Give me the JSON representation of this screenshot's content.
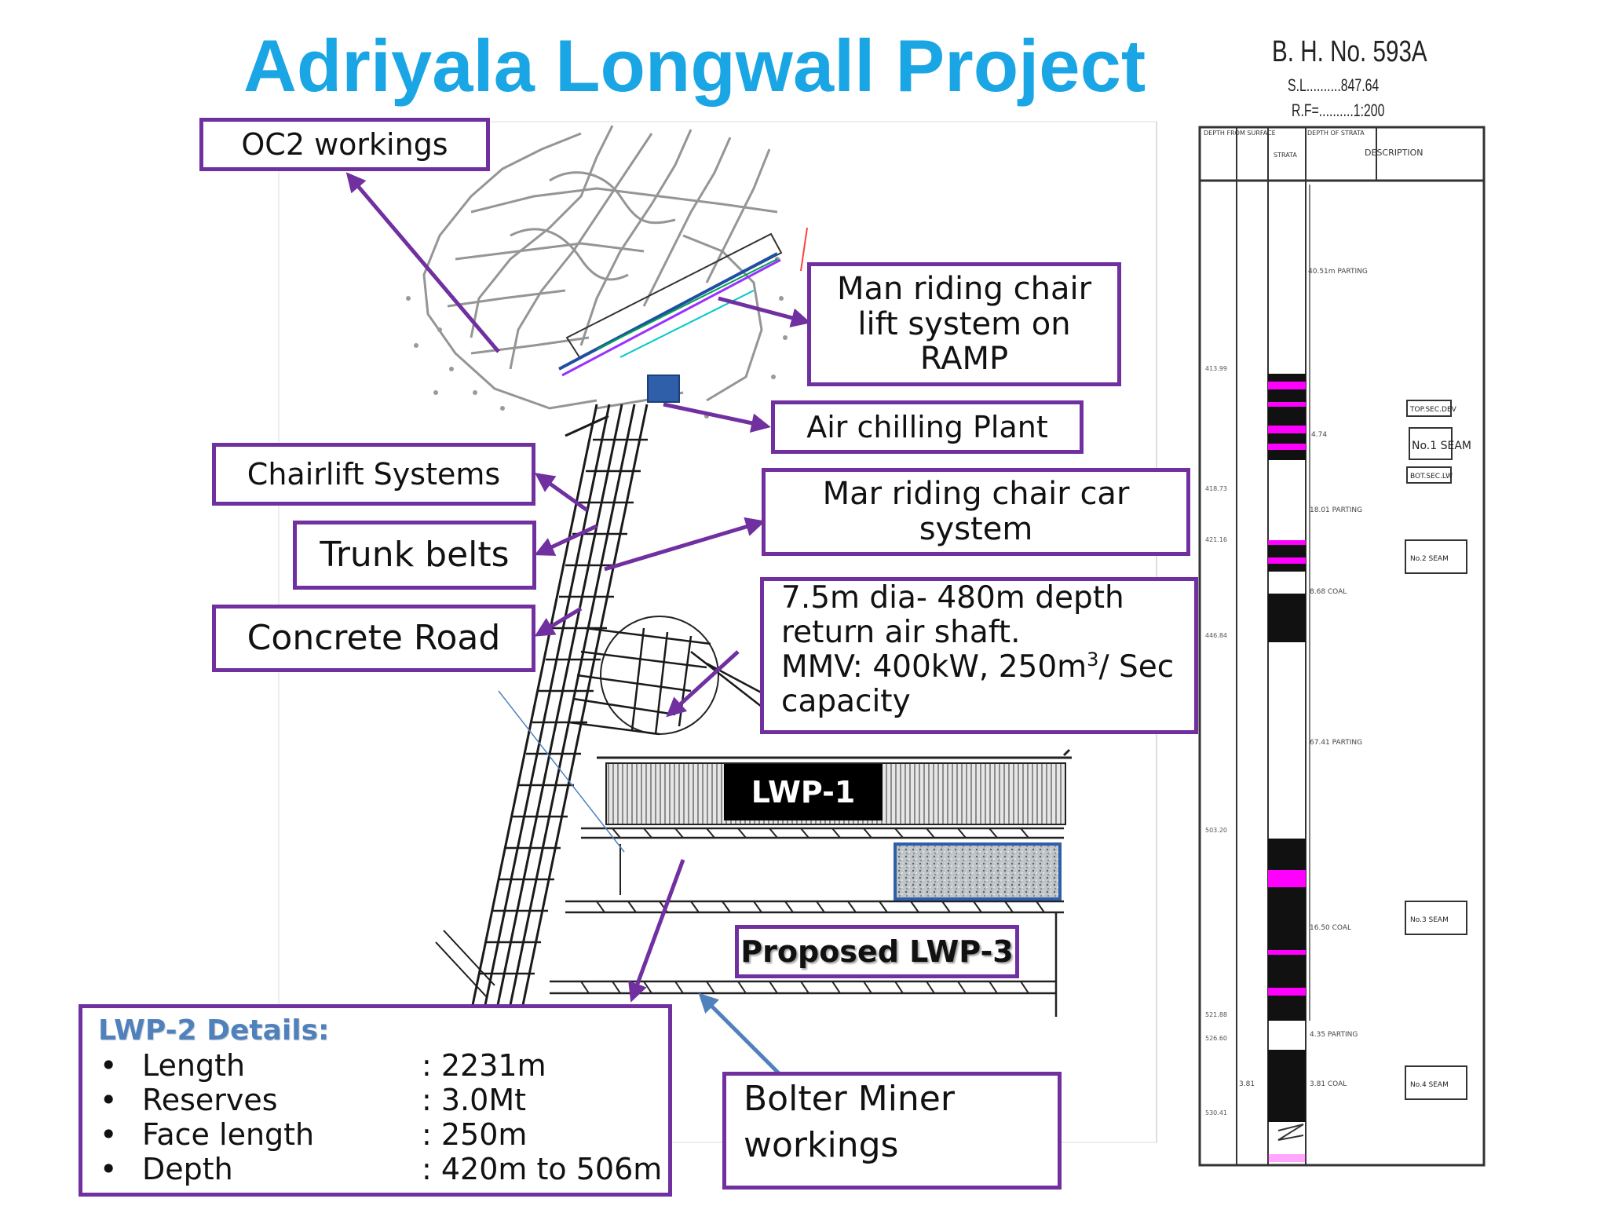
{
  "title": "Adriyala Longwall Project",
  "callouts": {
    "oc2": "OC2 workings",
    "chairlift_ramp": [
      "Man riding chair",
      "lift system on",
      "RAMP"
    ],
    "air_chilling": "Air chilling Plant",
    "chairlift_systems": "Chairlift Systems",
    "car_system": [
      "Mar riding chair car",
      "system"
    ],
    "trunk_belts": "Trunk belts",
    "concrete_road": "Concrete Road",
    "shaft": {
      "line1": "7.5m dia- 480m depth",
      "line2": "return air shaft.",
      "line3_prefix": "MMV: 400kW, 250m",
      "line3_sup": "3",
      "line3_suffix": "/ Sec",
      "line4": "capacity"
    },
    "bolter": [
      "Bolter Miner",
      "workings"
    ]
  },
  "panels": {
    "lwp1": "LWP-1",
    "proposed_lwp3": "Proposed LWP-3"
  },
  "lwp2_details": {
    "heading": "LWP-2 Details:",
    "bullet": "•",
    "rows": [
      {
        "label": "Length",
        "value": ": 2231m"
      },
      {
        "label": "Reserves",
        "value": ": 3.0Mt"
      },
      {
        "label": "Face length",
        "value": ": 250m"
      },
      {
        "label": "Depth",
        "value": ": 420m to 506m"
      }
    ]
  },
  "borehole": {
    "title": "B. H. No. 593A",
    "sl": "S.L..........847.64",
    "rf": "R.F=..........1:200",
    "headers": [
      "DEPTH FROM SURFACE",
      "STRATA",
      "DEPTH OF STRATA",
      "DESCRIPTION"
    ],
    "seam_labels": [
      "TOP.SEC.DEV",
      "No.1 SEAM",
      "BOT.SEC.LW",
      "No.2 SEAM",
      "No.3 SEAM",
      "No.4 SEAM"
    ],
    "depth_marks": [
      "413.99",
      "418.73",
      "421.16",
      "446.84",
      "503.20",
      "521.88",
      "526.60",
      "530.41"
    ],
    "strata_notes": [
      "40.51m PARTING",
      "4.74",
      "18.01 PARTING",
      "8.68 COAL",
      "67.41 PARTING",
      "16.50 COAL",
      "4.35 PARTING",
      "3.81 COAL",
      "3.81"
    ]
  },
  "colors": {
    "title": "#1aa6e4",
    "callout_border": "#7030a0",
    "arrow_purple": "#7030a0",
    "arrow_blue": "#4f81bd",
    "seam_magenta": "#ff00ff"
  }
}
